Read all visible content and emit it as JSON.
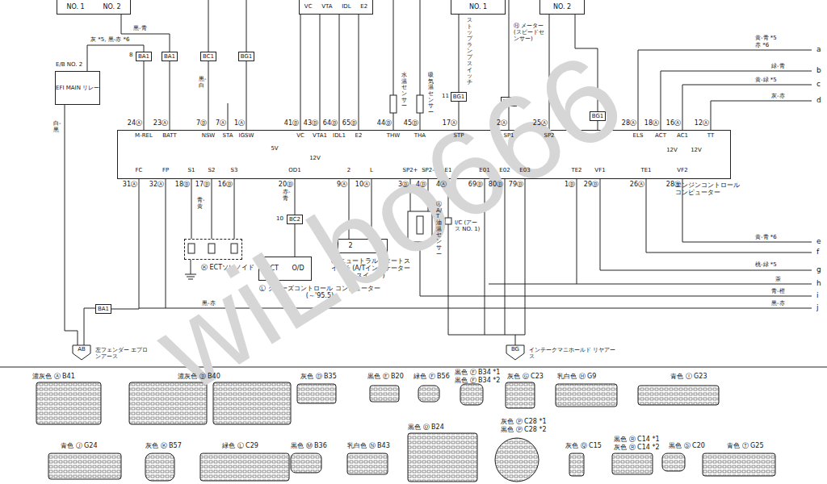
{
  "diagram": {
    "nodes": [
      {
        "text": [
          "エンジンコントロール コンピューター"
        ]
      },
      {
        "text": [
          "E/B NO. 2",
          "EFI MAIN リレー"
        ]
      },
      {
        "text": [
          "Ⓚ ECTソレノイド"
        ]
      },
      {
        "text": [
          "ECT",
          "O/D",
          "Ⓛ クルーズコントロール コンピューター (～'95.5)"
        ]
      },
      {
        "text": [
          "2",
          "L",
          "Ⓒ ニュートラルスタートスイッチ (A/Tインジケータースイッチ)"
        ]
      },
      {
        "text": [
          "AB",
          "左フェンダー エプロンアース"
        ]
      },
      {
        "text": [
          "BG",
          "インテークマニホールド リヤアース"
        ]
      },
      {
        "text": [
          "NO. 1",
          "NO. 2"
        ]
      },
      {
        "text": [
          "VC",
          "VTA",
          "IDL",
          "E2"
        ]
      },
      {
        "text": [
          "NO. 1"
        ]
      },
      {
        "text": [
          "NO. 2"
        ]
      },
      {
        "text": [
          "BA1"
        ]
      },
      {
        "text": [
          "BA1"
        ]
      },
      {
        "text": [
          "BC1"
        ]
      },
      {
        "text": [
          "BG1"
        ]
      },
      {
        "text": [
          "BG1"
        ]
      },
      {
        "text": [
          "BG1"
        ]
      },
      {
        "text": [
          "BG1"
        ]
      },
      {
        "text": [
          "BC2"
        ]
      },
      {
        "text": [
          "BA1"
        ]
      }
    ],
    "edges": [
      {
        "from": 1,
        "to": 11,
        "arrow": "none"
      },
      {
        "from": 11,
        "to": 0,
        "arrow": "none"
      },
      {
        "from": 7,
        "to": 12,
        "arrow": "none"
      },
      {
        "from": 12,
        "to": 0,
        "arrow": "none"
      },
      {
        "from": 13,
        "to": 0,
        "arrow": "none"
      },
      {
        "from": 14,
        "to": 0,
        "arrow": "none"
      },
      {
        "from": 8,
        "to": 0,
        "arrow": "none"
      },
      {
        "from": 9,
        "to": 15,
        "arrow": "none"
      },
      {
        "from": 15,
        "to": 0,
        "arrow": "none"
      },
      {
        "from": 10,
        "to": 17,
        "arrow": "none"
      },
      {
        "from": 17,
        "to": 0,
        "arrow": "none"
      },
      {
        "from": 16,
        "to": 0,
        "arrow": "none"
      },
      {
        "from": 0,
        "to": 2,
        "arrow": "none"
      },
      {
        "from": 0,
        "to": 18,
        "arrow": "none"
      },
      {
        "from": 18,
        "to": 3,
        "arrow": "none"
      },
      {
        "from": 0,
        "to": 4,
        "arrow": "none"
      },
      {
        "from": 0,
        "to": 6,
        "arrow": "none"
      },
      {
        "from": 1,
        "to": 5,
        "arrow": "none"
      },
      {
        "from": 0,
        "to": 19,
        "arrow": "none"
      }
    ],
    "labels": [
      "24Ⓐ",
      "23Ⓐ",
      "7Ⓑ",
      "7Ⓐ",
      "1Ⓐ",
      "41Ⓑ",
      "43Ⓑ",
      "64Ⓑ",
      "65Ⓑ",
      "44Ⓑ",
      "45Ⓑ",
      "17Ⓐ",
      "2Ⓐ",
      "25Ⓐ",
      "28Ⓐ",
      "18Ⓐ",
      "16Ⓐ",
      "12Ⓐ",
      "M-REL",
      "BATT",
      "NSW",
      "STA",
      "IGSW",
      "VC",
      "VTA1",
      "IDL1",
      "E2",
      "THW",
      "THA",
      "STP",
      "SP1",
      "SP2",
      "ELS",
      "ACT",
      "AC1",
      "TT",
      "31Ⓐ",
      "32Ⓐ",
      "18Ⓑ",
      "17Ⓑ",
      "16Ⓑ",
      "20Ⓑ",
      "9Ⓐ",
      "10Ⓐ",
      "3Ⓑ",
      "4Ⓑ",
      "4Ⓐ",
      "69Ⓑ",
      "80Ⓑ",
      "79Ⓑ",
      "1Ⓑ",
      "29Ⓑ",
      "26Ⓐ",
      "28Ⓑ",
      "FC",
      "FP",
      "S1",
      "S2",
      "S3",
      "OD1",
      "2",
      "L",
      "SP2+",
      "SP2-",
      "E1",
      "E01",
      "E02",
      "E03",
      "TE2",
      "VF1",
      "TE1",
      "VF2",
      "5V",
      "12V",
      "12V",
      "12V",
      "灰 *5, 黒-赤 *6",
      "黒-青",
      "白-黒",
      "黒-白",
      "青-黄",
      "赤-青",
      "黒-赤",
      "黄-青 *5",
      "赤 *6",
      "緑-青",
      "黄-緑 *5",
      "灰-赤",
      "黄-青 *6",
      "桃-緑 *5",
      "茶",
      "青-橙",
      "黒-赤",
      "a",
      "b",
      "c",
      "d",
      "e",
      "f",
      "g",
      "h",
      "i",
      "j",
      "8",
      "10",
      "11",
      "水温センサー",
      "吸気温センサー",
      "ストップランプ スイッチ",
      "Ⓗ メーター (スピードセンサー)",
      "Ⓐ A/T油温センサー",
      "I/C (アース NO. 1)",
      "濃灰色 Ⓐ B41",
      "濃灰色 Ⓑ B40",
      "灰色 Ⓓ B35",
      "黒色 Ⓔ B20",
      "緑色 Ⓕ B56",
      "黒色 Ⓕ B34 *1",
      "黒色 Ⓕ B34 *2",
      "灰色 Ⓖ C23",
      "乳白色 Ⓗ G9",
      "青色 Ⓘ G23",
      "青色 Ⓙ G24",
      "灰色 Ⓚ B57",
      "緑色 Ⓛ C29",
      "黒色 Ⓜ B36",
      "乳白色 Ⓝ B43",
      "黒色 Ⓞ B24",
      "灰色 Ⓟ C28 *1",
      "黒色 Ⓟ C28 *2",
      "灰色 Ⓠ C15",
      "黒色 Ⓡ C14 *1",
      "灰色 Ⓡ C14 *2",
      "黒色 Ⓢ C20",
      "青色 Ⓣ G25",
      "wiLbo666"
    ]
  }
}
